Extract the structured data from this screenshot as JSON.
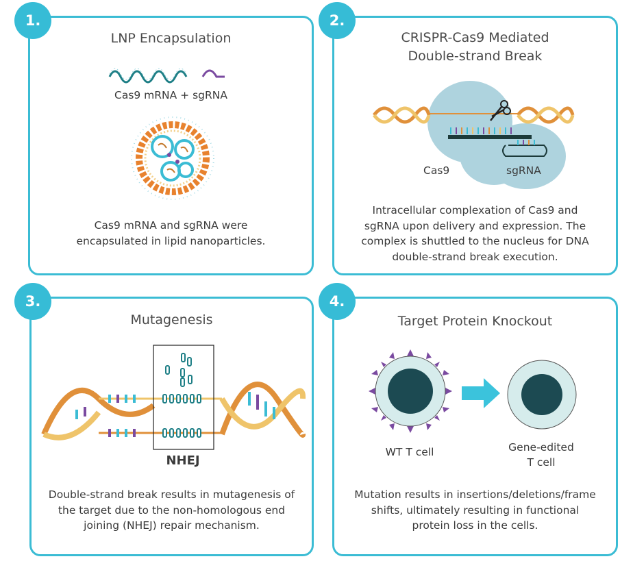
{
  "colors": {
    "accent": "#36bcd6",
    "helix_orange": "#e0903a",
    "helix_light": "#efc46a",
    "lipid_orange": "#e8822e",
    "teal_dark": "#1e7f86",
    "purple": "#7a4aa0",
    "cas9_blob": "#aed3de",
    "nucleus": "#1c4a52",
    "arrow": "#3bc3dc"
  },
  "panels": [
    {
      "number": "1.",
      "title": "LNP Encapsulation",
      "cargo_label": "Cas9 mRNA + sgRNA",
      "caption_lines": [
        "Cas9 mRNA and sgRNA were",
        "encapsulated in lipid nanoparticles."
      ]
    },
    {
      "number": "2.",
      "title_lines": [
        "CRISPR-Cas9 Mediated",
        "Double-strand Break"
      ],
      "labels": {
        "cas9": "Cas9",
        "sgrna": "sgRNA"
      },
      "caption_lines": [
        "Intracellular complexation of Cas9 and",
        "sgRNA upon delivery and expression. The",
        "complex is shuttled to the nucleus for DNA",
        "double-strand break execution."
      ]
    },
    {
      "number": "3.",
      "title": "Mutagenesis",
      "box_label": "NHEJ",
      "caption_lines": [
        "Double-strand break results in mutagenesis of",
        "the target due to the  non-homologous end",
        "joining (NHEJ) repair mechanism."
      ]
    },
    {
      "number": "4.",
      "title": "Target Protein Knockout",
      "labels": {
        "wt_lines": [
          "WT T cell"
        ],
        "edited_lines": [
          "Gene-edited",
          "T cell"
        ]
      },
      "caption_lines": [
        "Mutation results in insertions/deletions/frame",
        "shifts, ultimately resulting in functional",
        "protein loss in the cells."
      ]
    }
  ]
}
